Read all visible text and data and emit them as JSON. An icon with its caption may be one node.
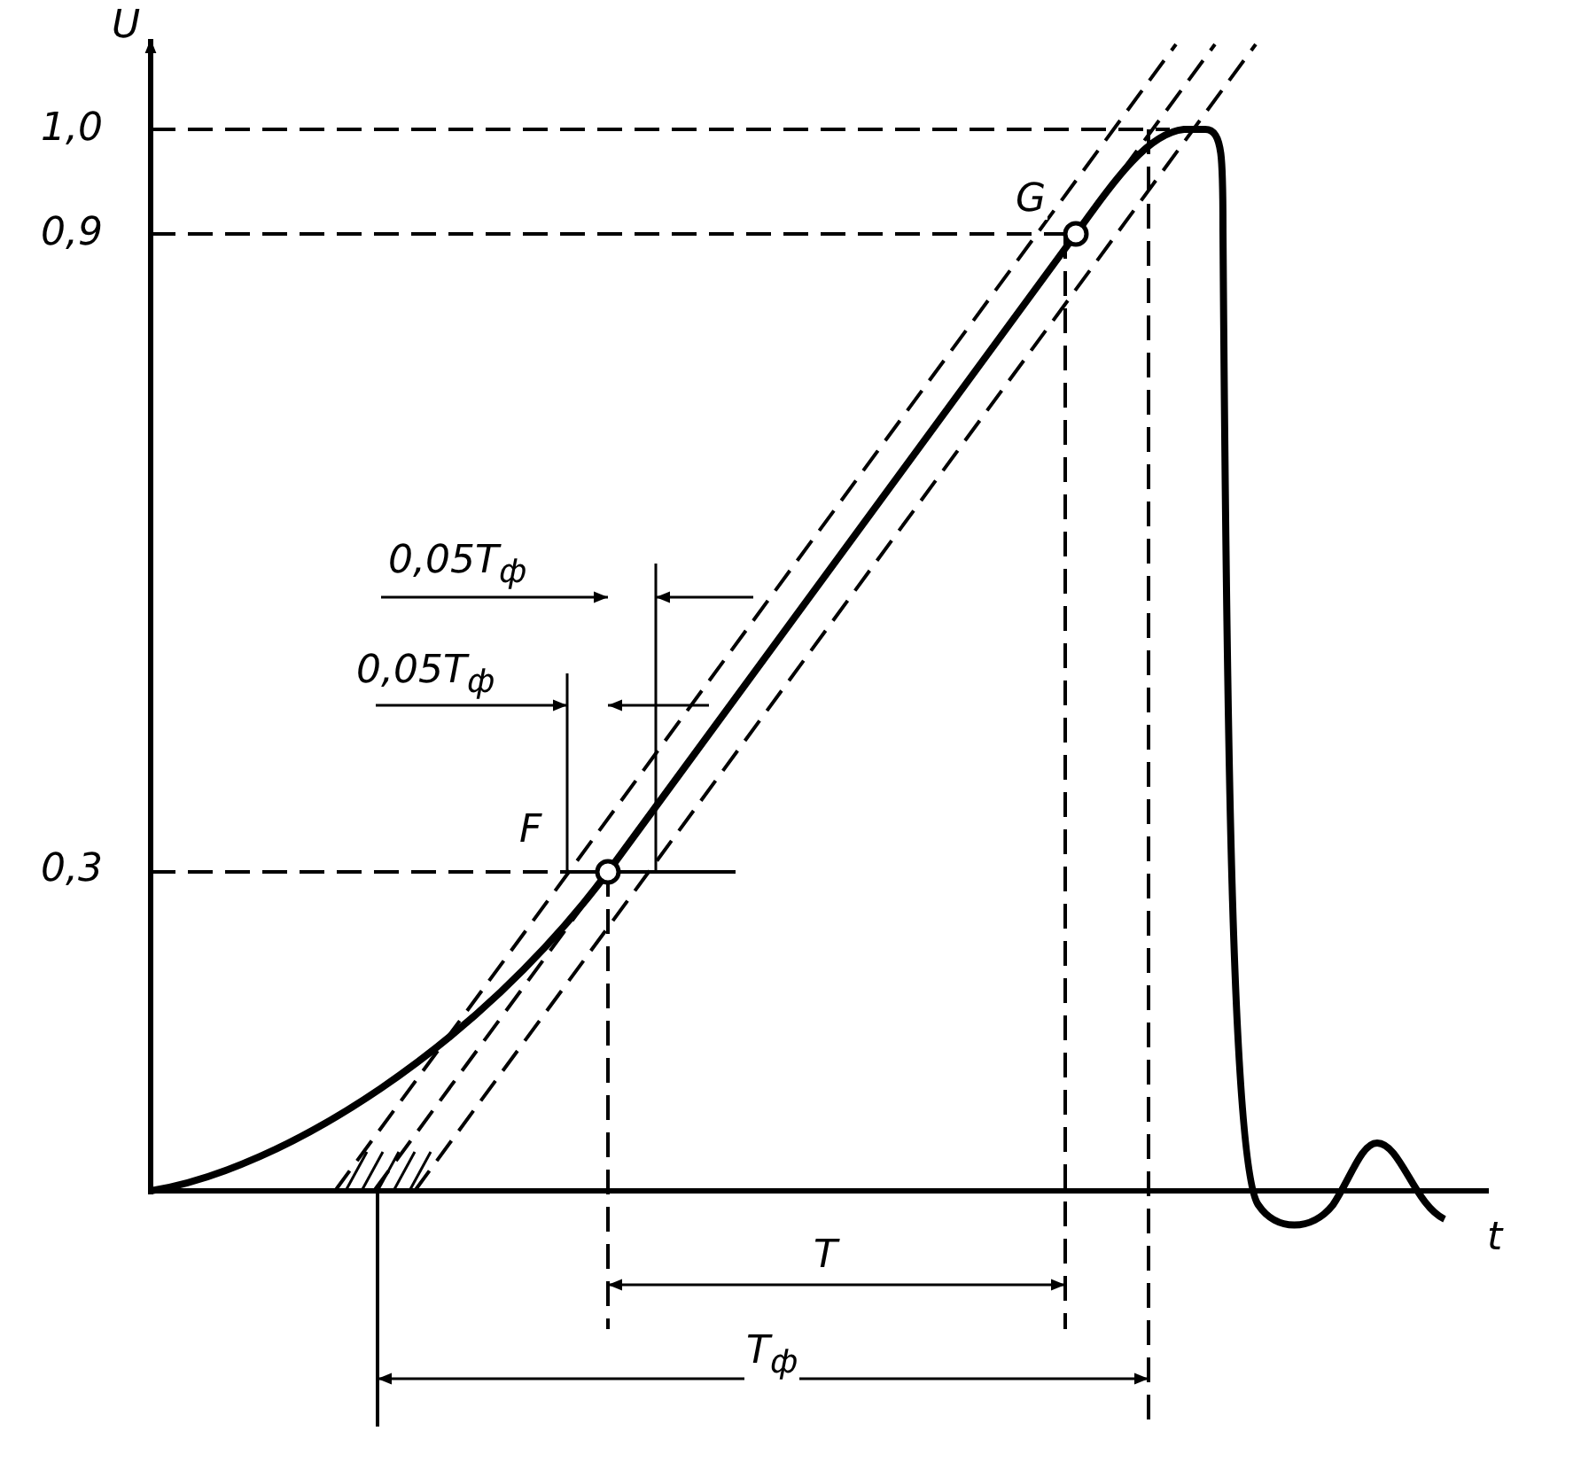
{
  "diagram": {
    "labels": [
      "U",
      "1,0",
      "0,9",
      "G",
      "0,05T$_{ф}$",
      "0,05T$_{ф}$",
      "0,3",
      "F",
      "t",
      "T",
      "T$_{ф}$"
    ]
  }
}
